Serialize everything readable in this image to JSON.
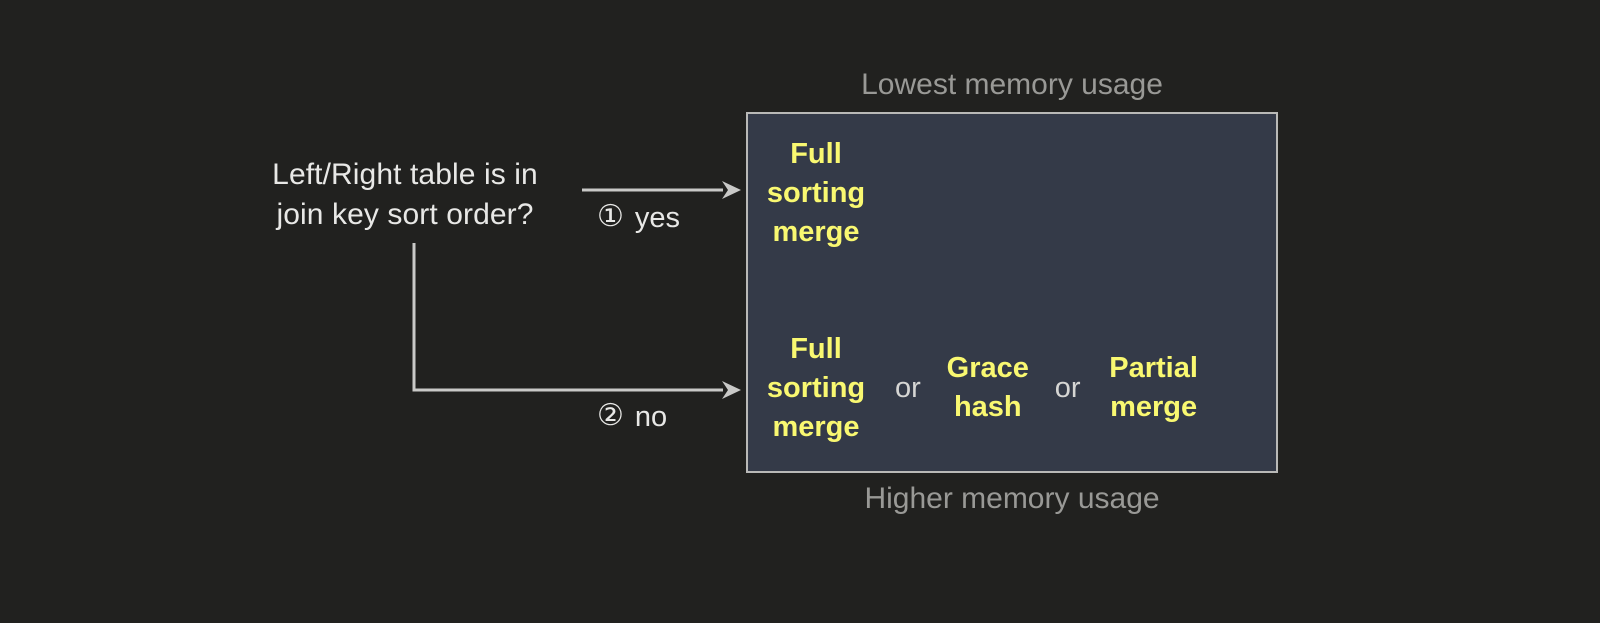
{
  "theme": {
    "background": "#21211f",
    "panel_fill": "#343a48",
    "panel_border": "#b9b9b7",
    "highlight_text": "#f9f871",
    "primary_text": "#e8e8e6",
    "muted_text": "#999996",
    "connector": "#c9c9c7"
  },
  "decision": {
    "question": "Left/Right table is in\njoin key sort order?"
  },
  "branches": [
    {
      "number": "①",
      "label": "yes",
      "name": "yes"
    },
    {
      "number": "②",
      "label": "no",
      "name": "no"
    }
  ],
  "captions": {
    "top": "Lowest memory usage",
    "bottom": "Higher memory usage"
  },
  "outcomes": {
    "sorted": {
      "options": [
        "Full\nsorting\nmerge"
      ]
    },
    "unsorted": {
      "separator": "or",
      "options": [
        "Full\nsorting\nmerge",
        "Grace\nhash",
        "Partial\nmerge"
      ]
    }
  }
}
